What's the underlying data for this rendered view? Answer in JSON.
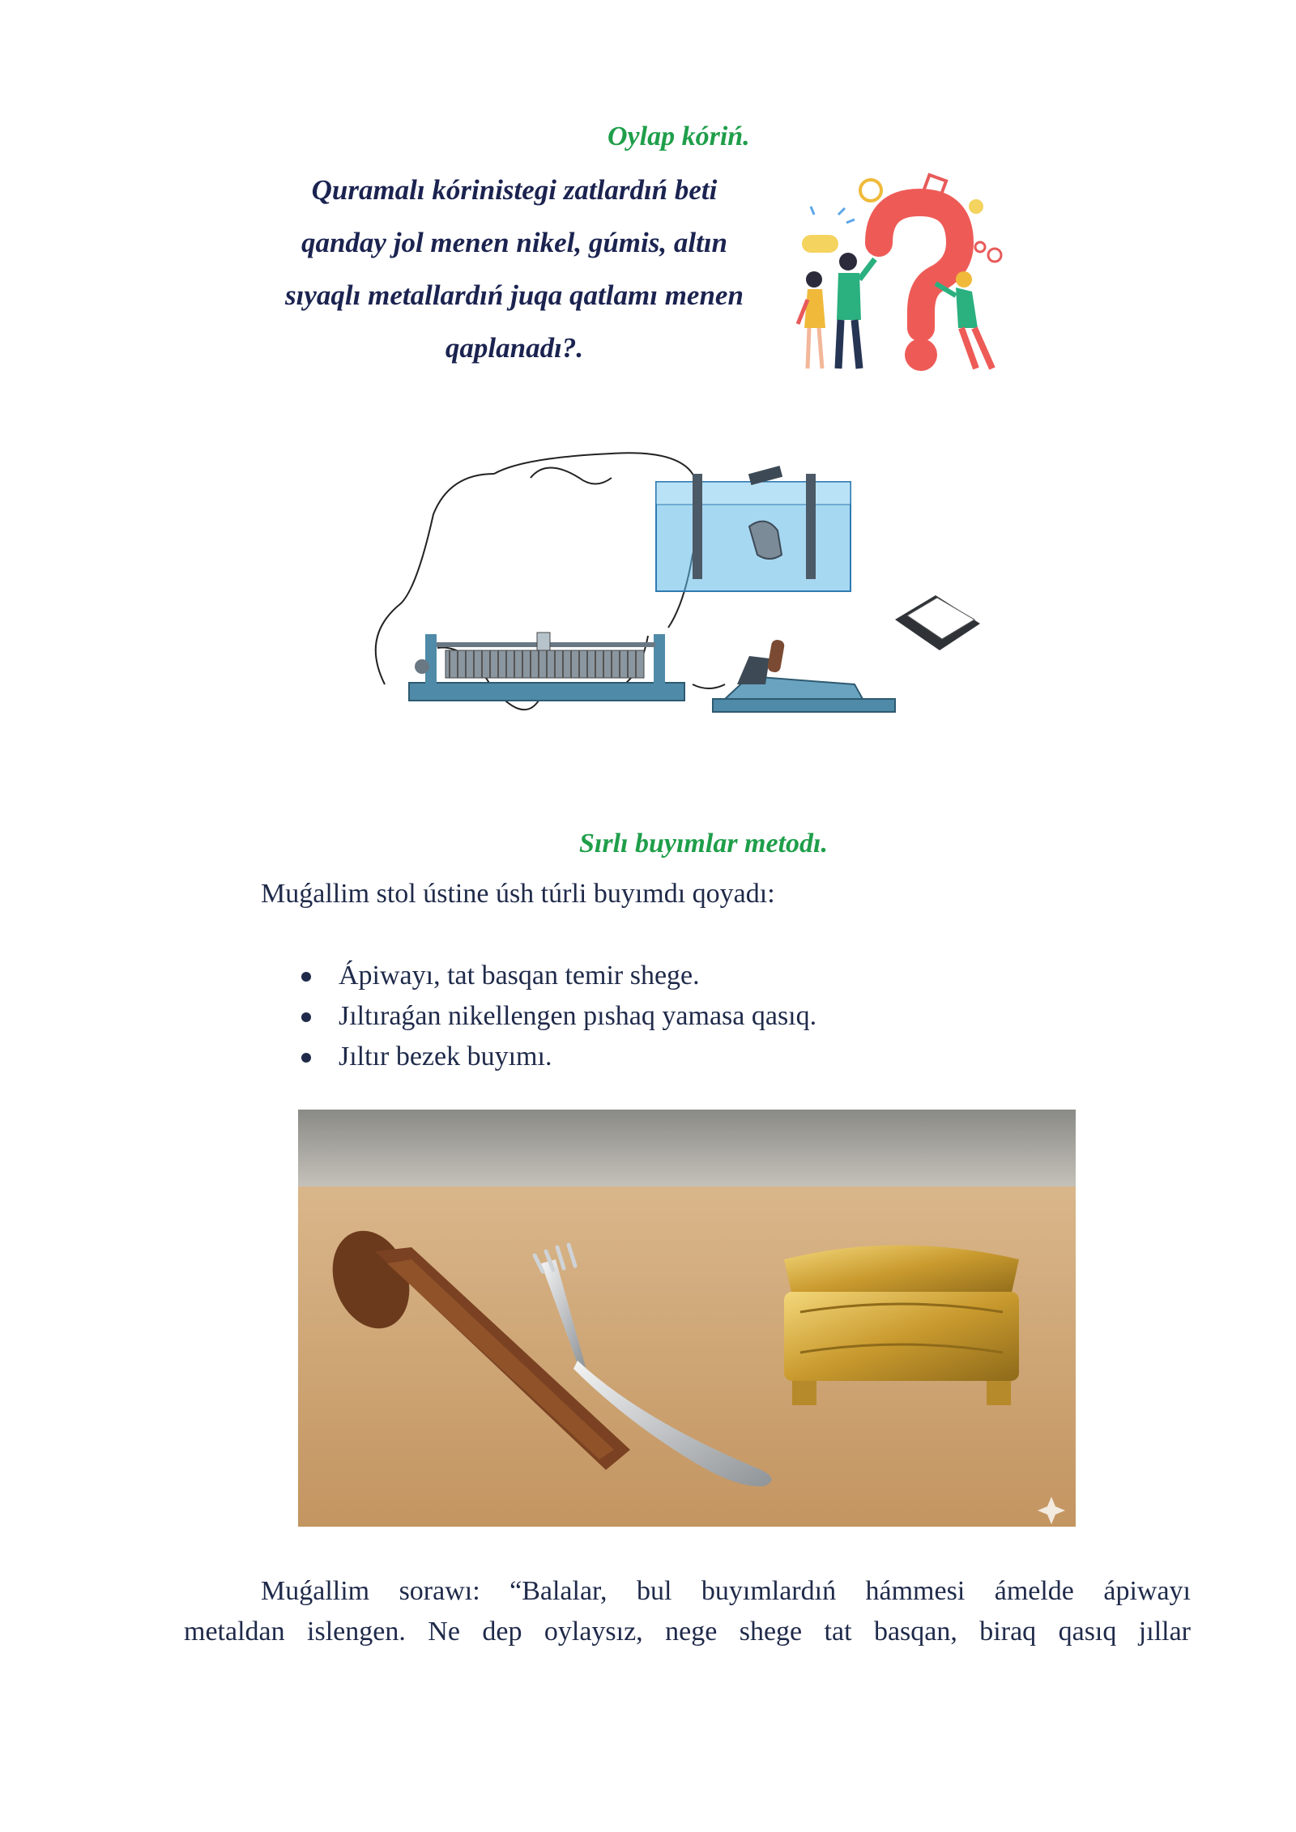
{
  "think": {
    "heading": "Oylap kóriń.",
    "lines": [
      "Quramalı kórinistegi zatlardıń beti",
      "qanday jol menen nikel, gúmis, altın",
      "sıyaqlı metallardıń juqa qatlamı menen",
      "qaplanadı?."
    ]
  },
  "method": {
    "heading": "Sırlı buyımlar metodı.",
    "intro": "Muǵallim stol ústine úsh túrli buyımdı qoyadı:",
    "items": [
      "Ápiwayı, tat basqan temir shege.",
      "Jıltıraǵan nikellengen pıshaq yamasa qasıq.",
      "Jıltır bezek buyımı."
    ]
  },
  "question": {
    "line1": "Muǵallim sorawı: “Balalar, bul buyımlardıń hámmesi ámelde ápiwayı",
    "line2": "metaldan islengen. Ne dep oylaysız, nege shege tat basqan, biraq qasıq jıllar"
  },
  "colors": {
    "heading_green": "#1f9e4a",
    "text_navy": "#1b2350"
  }
}
